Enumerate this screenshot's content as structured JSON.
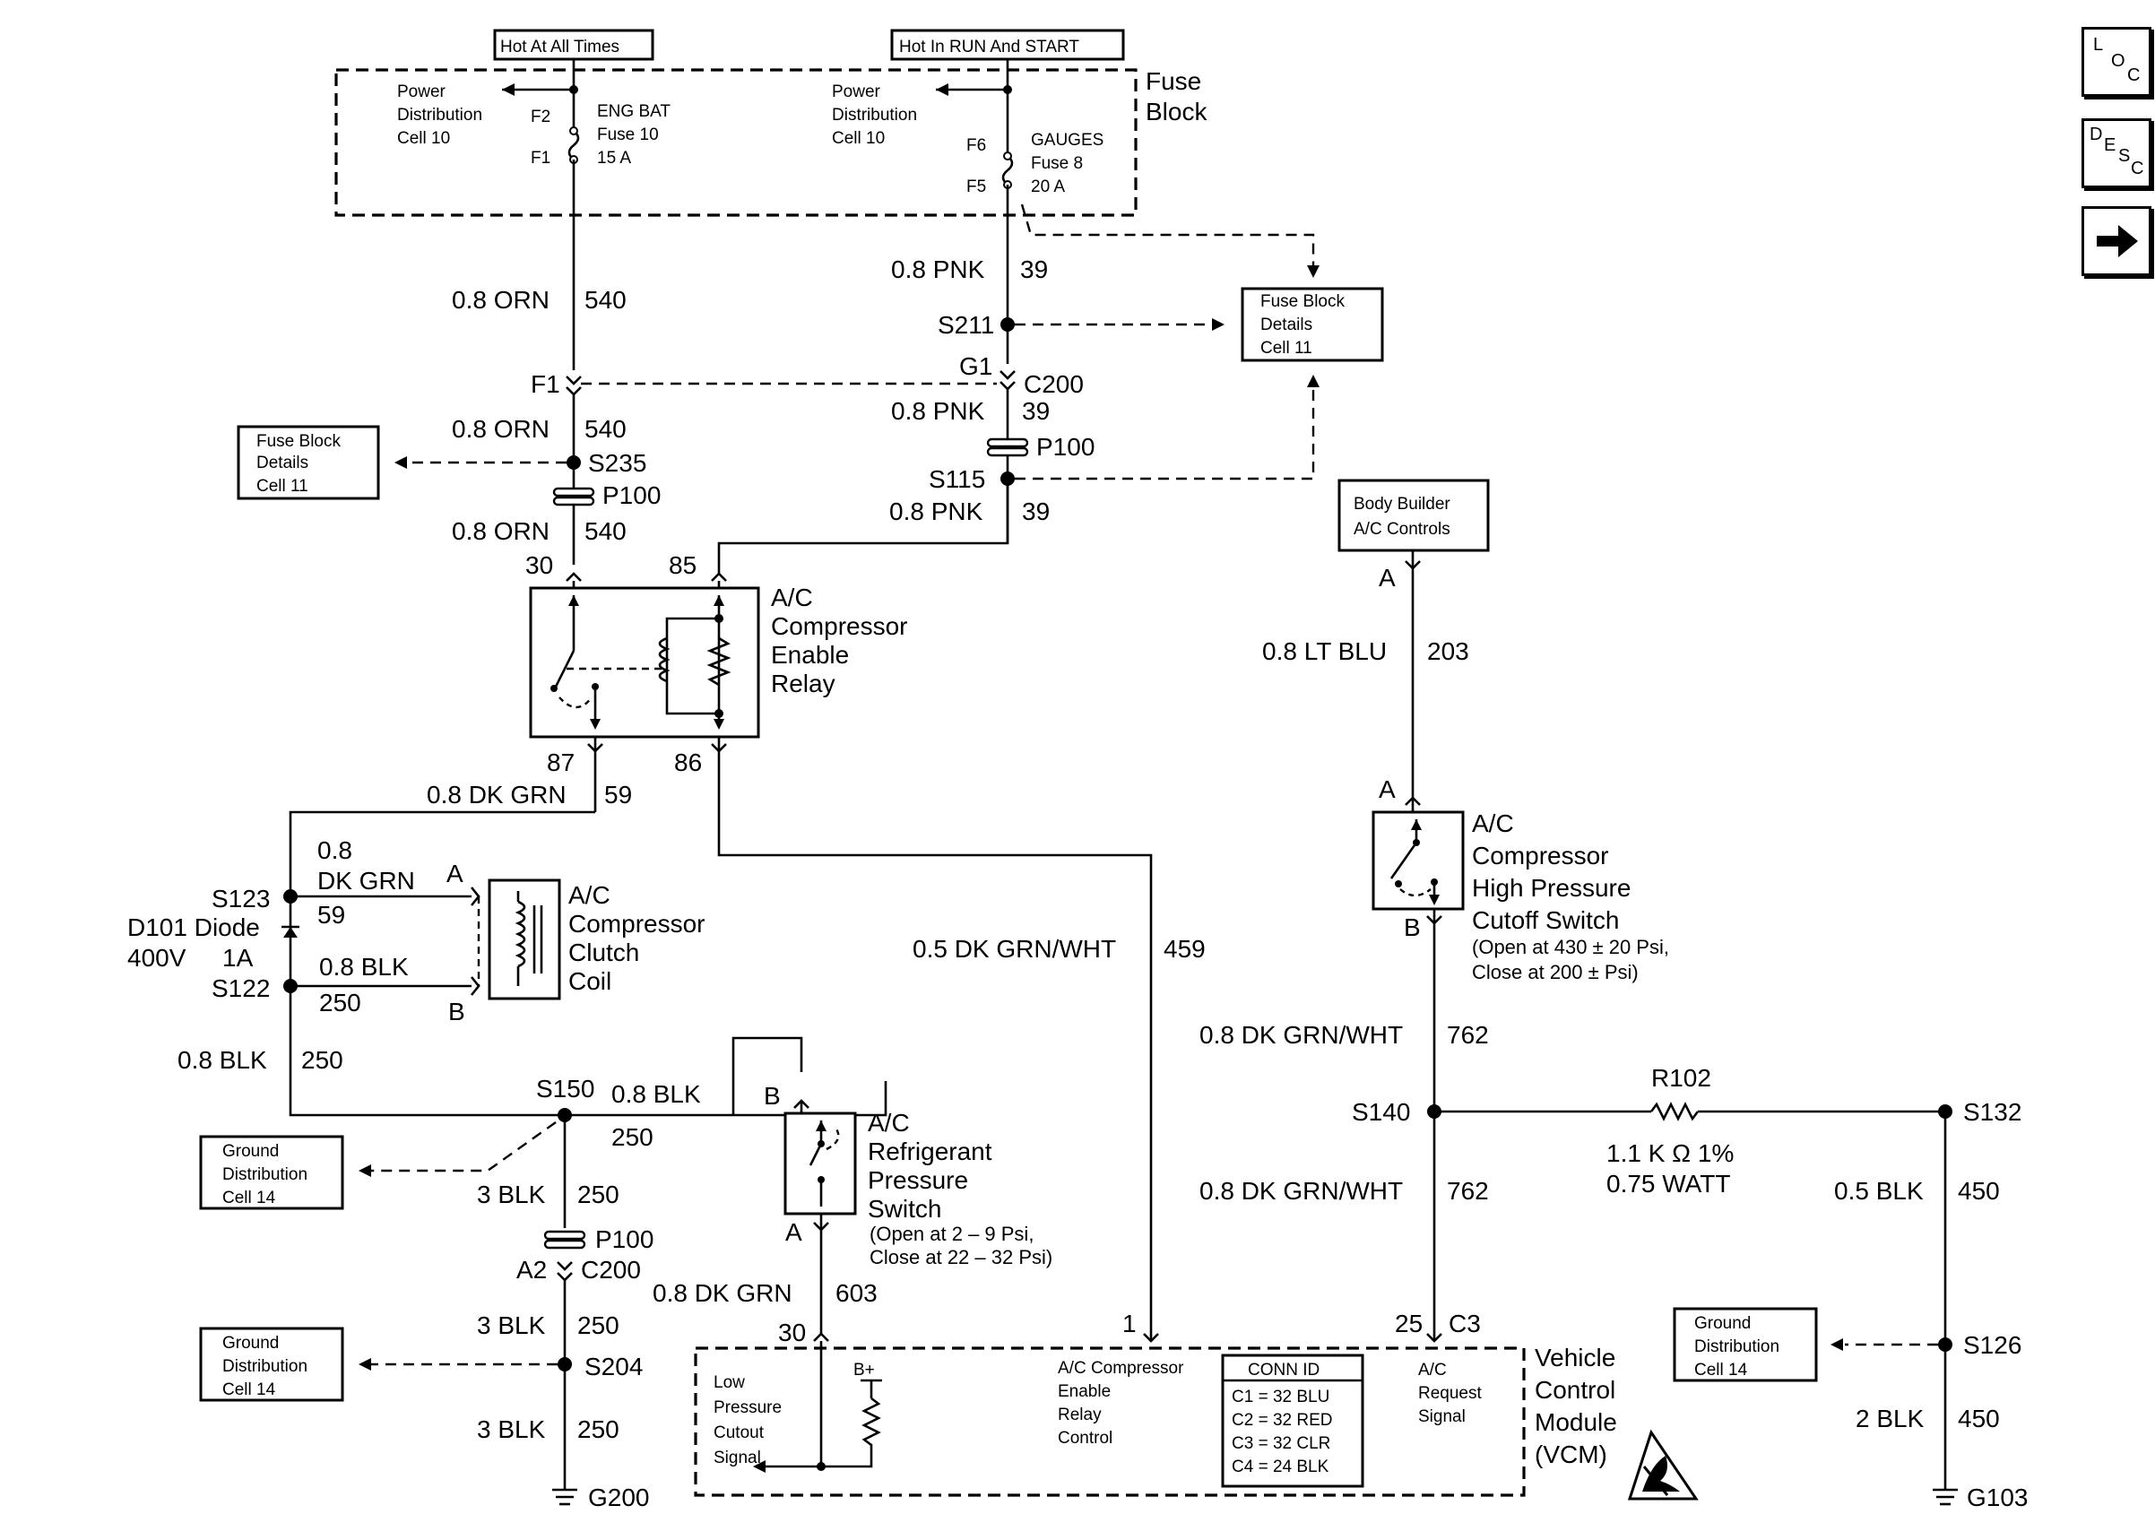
{
  "nav": {
    "loc": [
      "L",
      "O",
      "C"
    ],
    "desc": [
      "D",
      "E",
      "S",
      "C"
    ]
  },
  "fuse_block": {
    "title": [
      "Fuse",
      "Block"
    ],
    "hot_all": "Hot At All Times",
    "hot_run": "Hot In RUN And START",
    "pd_left": [
      "Power",
      "Distribution",
      "Cell 10"
    ],
    "pd_right": [
      "Power",
      "Distribution",
      "Cell 10"
    ],
    "f2": "F2",
    "f1": "F1",
    "f6": "F6",
    "f5": "F5",
    "eng_bat": [
      "ENG BAT",
      "Fuse 10",
      "15 A"
    ],
    "gauges": [
      "GAUGES",
      "Fuse 8",
      "20 A"
    ]
  },
  "ref_boxes": {
    "fbd_right": [
      "Fuse Block",
      "Details",
      "Cell 11"
    ],
    "fbd_left": [
      "Fuse Block",
      "Details",
      "Cell 11"
    ],
    "body_builder": [
      "Body Builder",
      "A/C Controls"
    ],
    "gnd1": [
      "Ground",
      "Distribution",
      "Cell 14"
    ],
    "gnd2": [
      "Ground",
      "Distribution",
      "Cell 14"
    ],
    "gnd3": [
      "Ground",
      "Distribution",
      "Cell 14"
    ]
  },
  "wires": {
    "orn_gauge": "0.8 ORN",
    "orn_circ": "540",
    "pnk_gauge": "0.8 PNK",
    "pnk_circ": "39",
    "dkgrn_gauge": "0.8 DK GRN",
    "dkgrn_circ": "59",
    "s123_g1": "0.8",
    "s123_g2": "DK GRN",
    "s123_circ": "59",
    "blk_gauge": "0.8 BLK",
    "blk_circ": "250",
    "blk3_gauge": "3 BLK",
    "blk3_circ": "250",
    "dkgrnwht05_gauge": "0.5 DK GRN/WHT",
    "dkgrnwht05_circ": "459",
    "dkgrn603_gauge": "0.8 DK GRN",
    "dkgrn603_circ": "603",
    "ltblu_gauge": "0.8 LT BLU",
    "ltblu_circ": "203",
    "dkgrnwht_gauge": "0.8 DK GRN/WHT",
    "dkgrnwht_circ": "762",
    "blk05_gauge": "0.5 BLK",
    "blk05_circ": "450",
    "blk2_gauge": "2 BLK",
    "blk2_circ": "450"
  },
  "splices": {
    "s211": "S211",
    "f1": "F1",
    "g1": "G1",
    "c200": "C200",
    "s235": "S235",
    "p100": "P100",
    "s115": "S115",
    "s123": "S123",
    "s122": "S122",
    "s150": "S150",
    "a2": "A2",
    "s204": "S204",
    "g200": "G200",
    "s140": "S140",
    "s132": "S132",
    "s126": "S126",
    "g103": "G103"
  },
  "relay": {
    "name": [
      "A/C",
      "Compressor",
      "Enable",
      "Relay"
    ],
    "p30": "30",
    "p85": "85",
    "p87": "87",
    "p86": "86"
  },
  "clutch": {
    "name": [
      "A/C",
      "Compressor",
      "Clutch",
      "Coil"
    ],
    "a": "A",
    "b": "B"
  },
  "diode": {
    "name": "D101 Diode",
    "v": "400V",
    "a": "1A"
  },
  "hp_switch": {
    "name": [
      "A/C",
      "Compressor",
      "High Pressure",
      "Cutoff Switch"
    ],
    "note": [
      "(Open at 430 ± 20 Psi,",
      "Close at 200 ± Psi)"
    ],
    "a": "A",
    "b": "B"
  },
  "rp_switch": {
    "name": [
      "A/C",
      "Refrigerant",
      "Pressure",
      "Switch"
    ],
    "note": [
      "(Open at 2 – 9 Psi,",
      "Close at 22 – 32 Psi)"
    ],
    "a": "A",
    "b": "B"
  },
  "resistor": {
    "name": "R102",
    "value": "1.1 K  Ω 1%",
    "watt": "0.75 WATT"
  },
  "vcm": {
    "name": [
      "Vehicle",
      "Control",
      "Module",
      "(VCM)"
    ],
    "low_pressure": [
      "Low",
      "Pressure",
      "Cutout",
      "Signal"
    ],
    "bplus": "B+",
    "relay_ctrl": [
      "A/C Compressor",
      "Enable",
      "Relay",
      "Control"
    ],
    "request": [
      "A/C",
      "Request",
      "Signal"
    ],
    "pin30": "30",
    "pin1": "1",
    "pin25": "25",
    "c3": "C3",
    "conn_title": "CONN ID",
    "conn": [
      "C1 = 32 BLU",
      "C2 = 32 RED",
      "C3 = 32 CLR",
      "C4 = 24 BLK"
    ]
  }
}
